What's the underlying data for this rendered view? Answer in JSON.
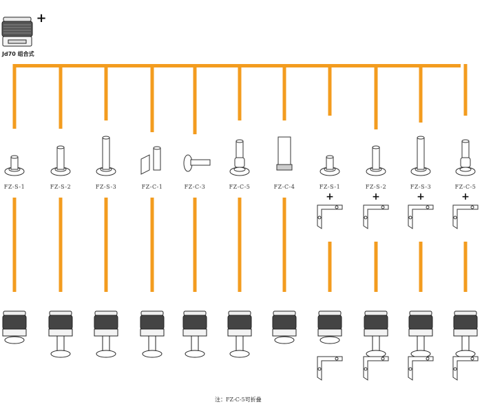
{
  "base_module": {
    "caption": "Jd70 组合式",
    "plus": "+"
  },
  "accent_color": "#F39C1F",
  "mounts": [
    {
      "label": "FZ-S-1",
      "kind": "short-pole",
      "bracket": false
    },
    {
      "label": "FZ-S-2",
      "kind": "medium-pole",
      "bracket": false
    },
    {
      "label": "FZ-S-3",
      "kind": "tall-pole",
      "bracket": false
    },
    {
      "label": "FZ-C-1",
      "kind": "wall-pole",
      "bracket": false
    },
    {
      "label": "FZ-C-3",
      "kind": "horizontal-pole",
      "bracket": false
    },
    {
      "label": "FZ-C-5",
      "kind": "folding-base",
      "bracket": false
    },
    {
      "label": "FZ-C-4",
      "kind": "threaded-base",
      "bracket": false
    },
    {
      "label": "FZ-S-1",
      "kind": "short-pole",
      "bracket": true
    },
    {
      "label": "FZ-S-2",
      "kind": "medium-pole",
      "bracket": true
    },
    {
      "label": "FZ-S-3",
      "kind": "tall-pole",
      "bracket": true
    },
    {
      "label": "FZ-C-5",
      "kind": "folding-base",
      "bracket": true
    }
  ],
  "bracket_plus": "+",
  "note": "注：FZ-C-5可折叠"
}
